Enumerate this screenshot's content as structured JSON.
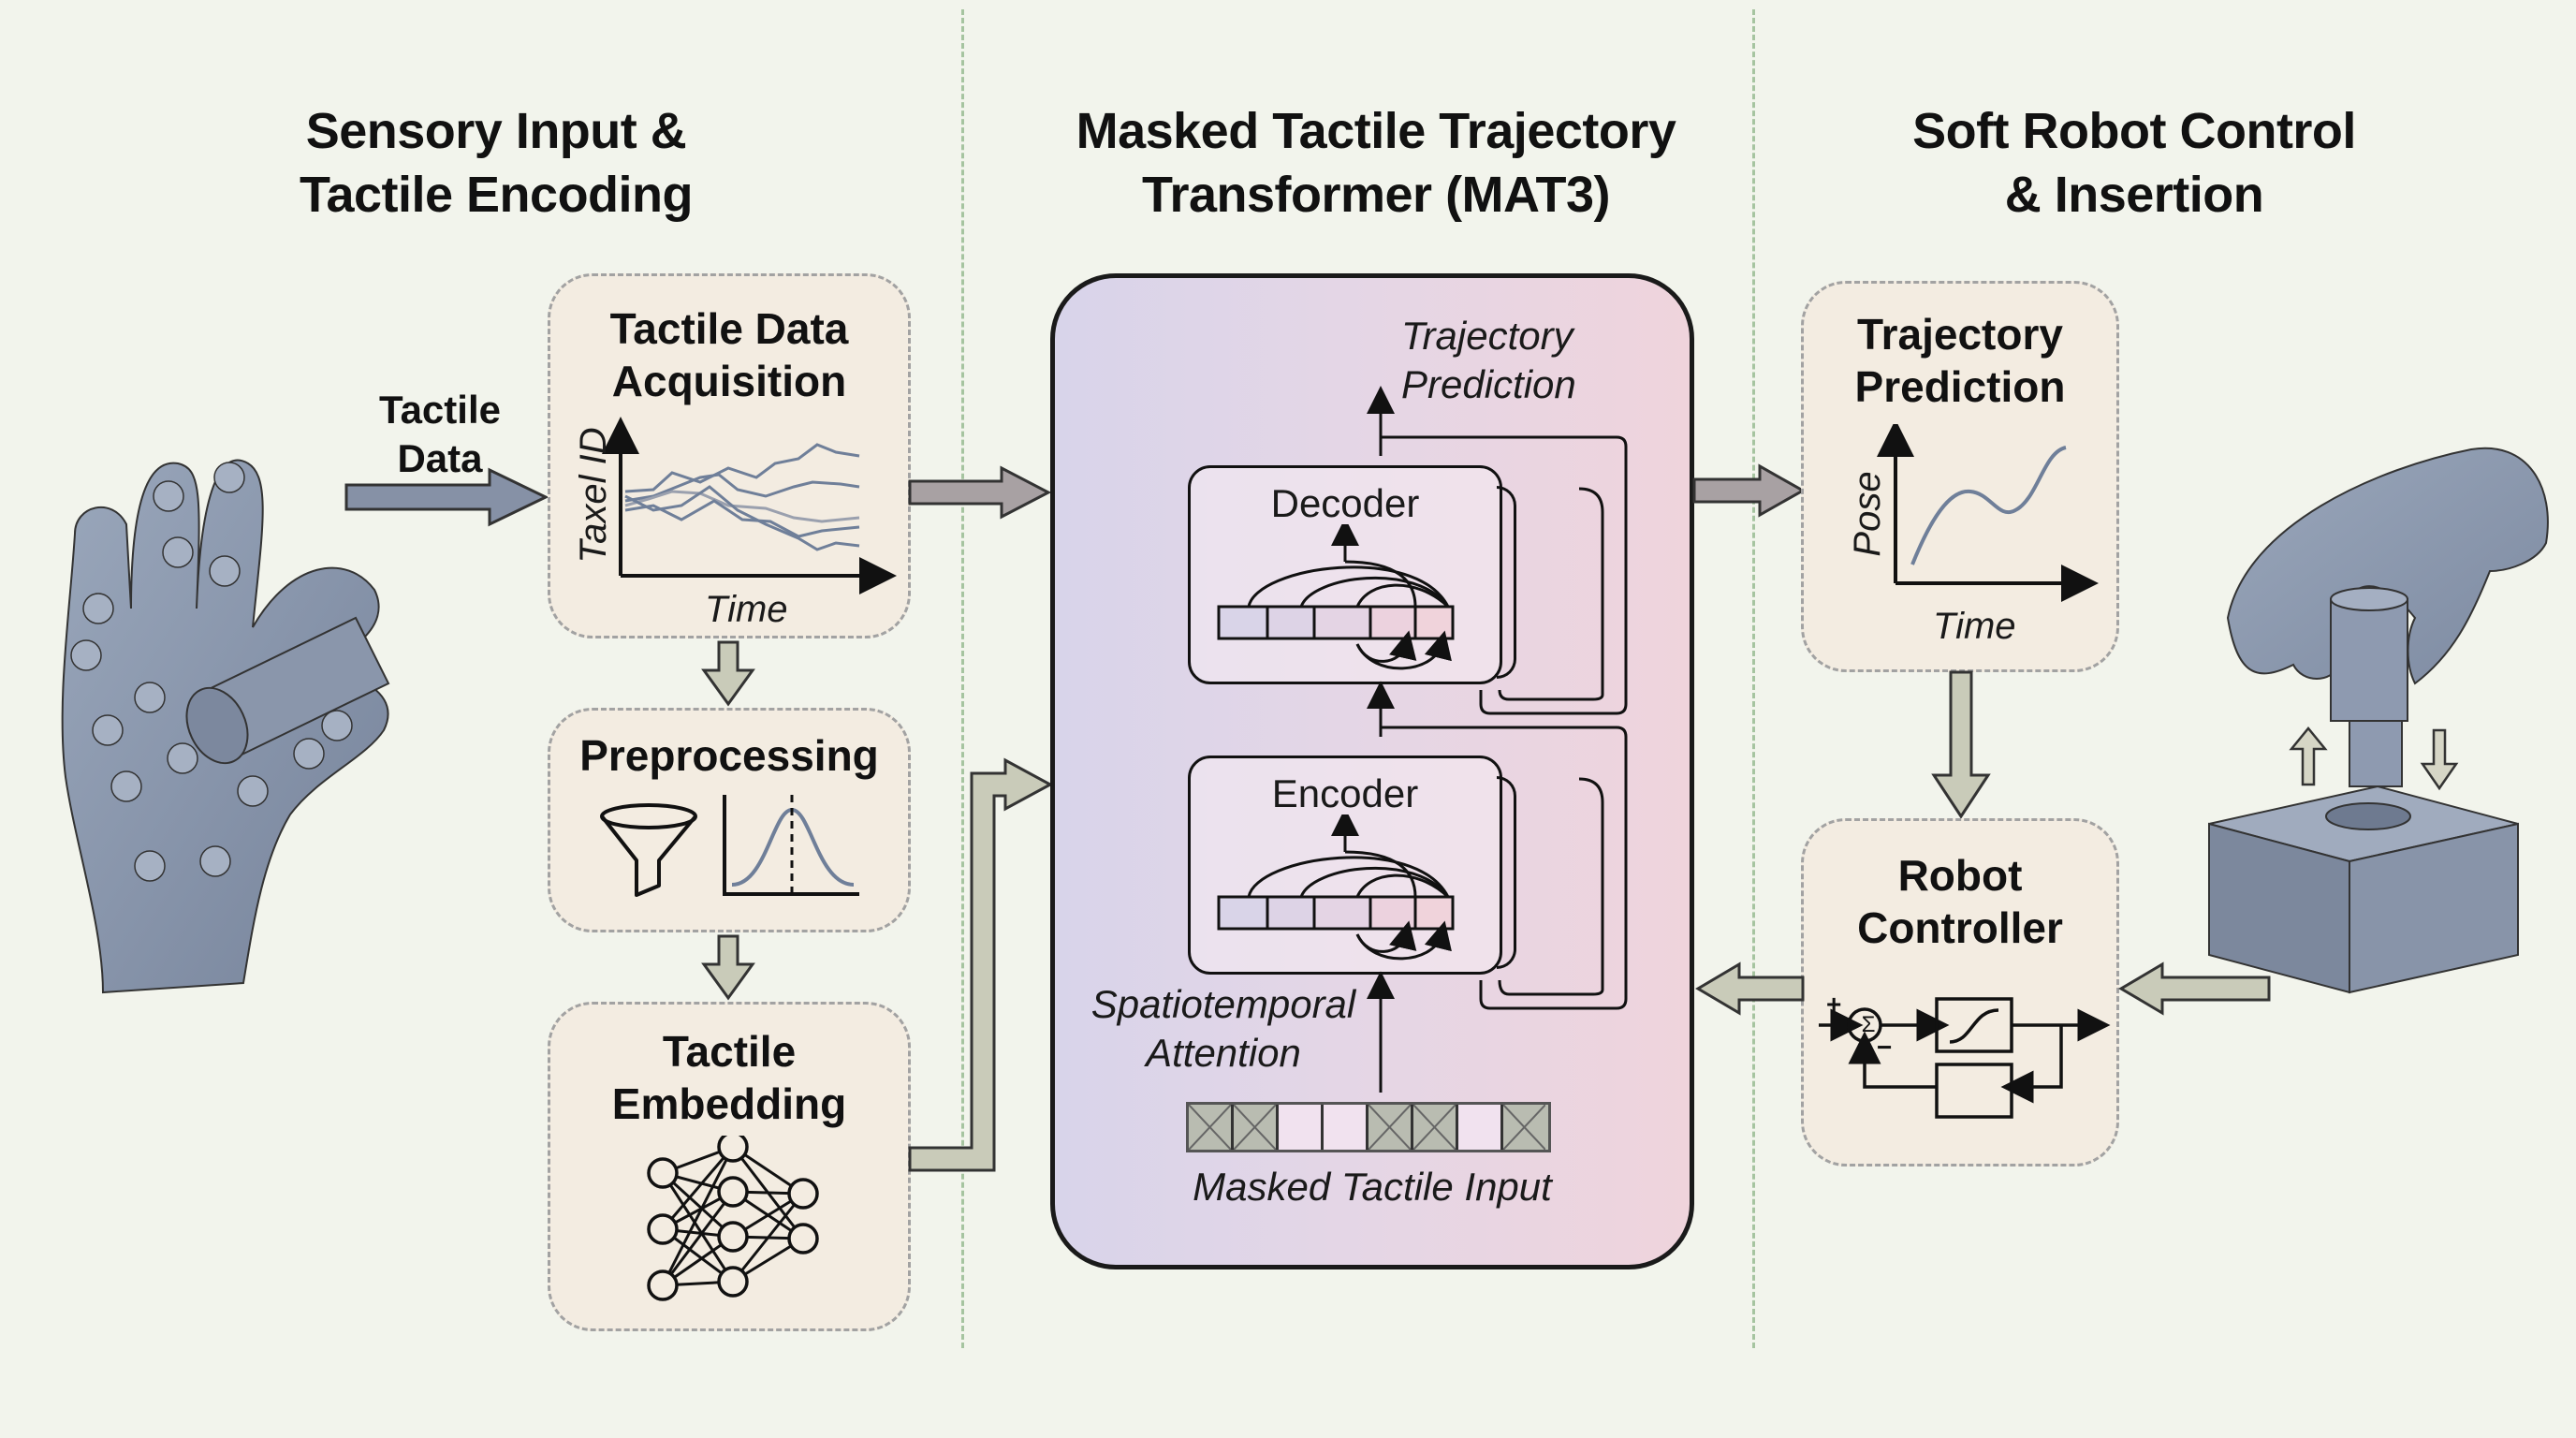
{
  "sections": [
    {
      "title": "Sensory Input &\nTactile Encoding"
    },
    {
      "title": "Masked Tactile Trajectory\nTransformer (MAT3)"
    },
    {
      "title": "Soft Robot Control\n& Insertion"
    }
  ],
  "left": {
    "input_arrow_label": "Tactile\nData",
    "acquisition": {
      "title": "Tactile Data\nAcquisition",
      "y_axis": "Taxel ID",
      "x_axis": "Time"
    },
    "preprocessing": {
      "title": "Preprocessing"
    },
    "embedding": {
      "title": "Tactile\nEmbedding"
    }
  },
  "mat3": {
    "output_label": "Trajectory\nPrediction",
    "decoder_label": "Decoder",
    "encoder_label": "Encoder",
    "attention_label": "Spatiotemporal\nAttention",
    "masked_input_label": "Masked Tactile Input",
    "masked_tokens": [
      true,
      true,
      false,
      false,
      true,
      true,
      false,
      true
    ],
    "colors": {
      "gradient_left": "#d8d4ea",
      "gradient_right": "#efd4dc",
      "mask_fill": "#b9bcb1"
    }
  },
  "right": {
    "trajectory": {
      "title": "Trajectory\nPrediction",
      "y_axis": "Pose",
      "x_axis": "Time"
    },
    "controller": {
      "title": "Robot\nController",
      "plus": "+",
      "minus": "−",
      "sum": "Σ"
    }
  },
  "colors": {
    "background": "#f2f4ec",
    "panel_fill": "#f3ece1",
    "panel_border": "#a2a2a2",
    "divider": "#a6c4a0",
    "hand": "#8e9bb0",
    "arrow_fill_green": "#c9cbb9",
    "arrow_fill_mauve": "#a8a1a3",
    "arrow_fill_blue": "#8691a6",
    "plot_line": "#6f7f99"
  }
}
